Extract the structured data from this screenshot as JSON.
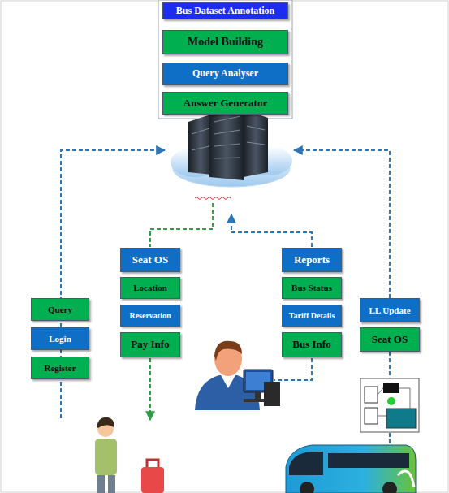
{
  "diagram": {
    "nodes": [
      {
        "text": [
          "Bus Dataset Annotation"
        ]
      },
      {
        "text": [
          "Model Building"
        ]
      },
      {
        "text": [
          "Query Analyser"
        ]
      },
      {
        "text": [
          "Answer Generator"
        ]
      },
      {
        "text": [
          "Query"
        ]
      },
      {
        "text": [
          "Login"
        ]
      },
      {
        "text": [
          "Register"
        ]
      },
      {
        "text": [
          "Seat OS"
        ]
      },
      {
        "text": [
          "Location"
        ]
      },
      {
        "text": [
          "Reservation"
        ]
      },
      {
        "text": [
          "Pay Info"
        ]
      },
      {
        "text": [
          "Reports"
        ]
      },
      {
        "text": [
          "Bus Status"
        ]
      },
      {
        "text": [
          "Tariff Details"
        ]
      },
      {
        "text": [
          "Bus Info"
        ]
      },
      {
        "text": [
          "LL Update"
        ]
      },
      {
        "text": [
          "Seat OS"
        ]
      }
    ]
  }
}
